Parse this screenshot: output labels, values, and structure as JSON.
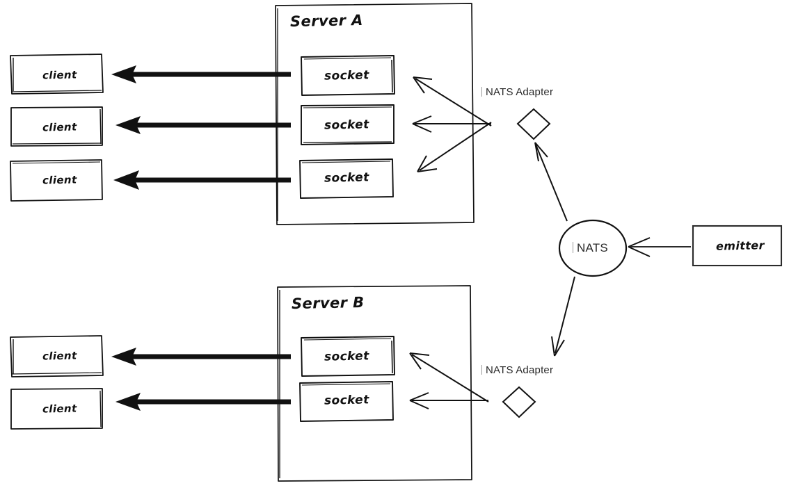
{
  "diagram": {
    "title_hidden": "NATS adapter fan-out to socket servers",
    "colors": {
      "stroke": "#111111",
      "thin_stroke": "#111111",
      "background": "#ffffff",
      "label_clean": "#2a2a2a",
      "cursor_tick": "#9a9a9a"
    },
    "clients_top": [
      {
        "label": "client"
      },
      {
        "label": "client"
      },
      {
        "label": "client"
      }
    ],
    "clients_bottom": [
      {
        "label": "client"
      },
      {
        "label": "client"
      }
    ],
    "servers": [
      {
        "label": "Server A",
        "sockets": [
          {
            "label": "socket"
          },
          {
            "label": "socket"
          },
          {
            "label": "socket"
          }
        ]
      },
      {
        "label": "Server B",
        "sockets": [
          {
            "label": "socket"
          },
          {
            "label": "socket"
          }
        ]
      }
    ],
    "adapters": [
      {
        "label": "NATS Adapter",
        "shape": "diamond"
      },
      {
        "label": "NATS Adapter",
        "shape": "diamond"
      }
    ],
    "broker": {
      "label": "NATS",
      "shape": "circle"
    },
    "emitter": {
      "label": "emitter",
      "shape": "rectangle"
    }
  }
}
